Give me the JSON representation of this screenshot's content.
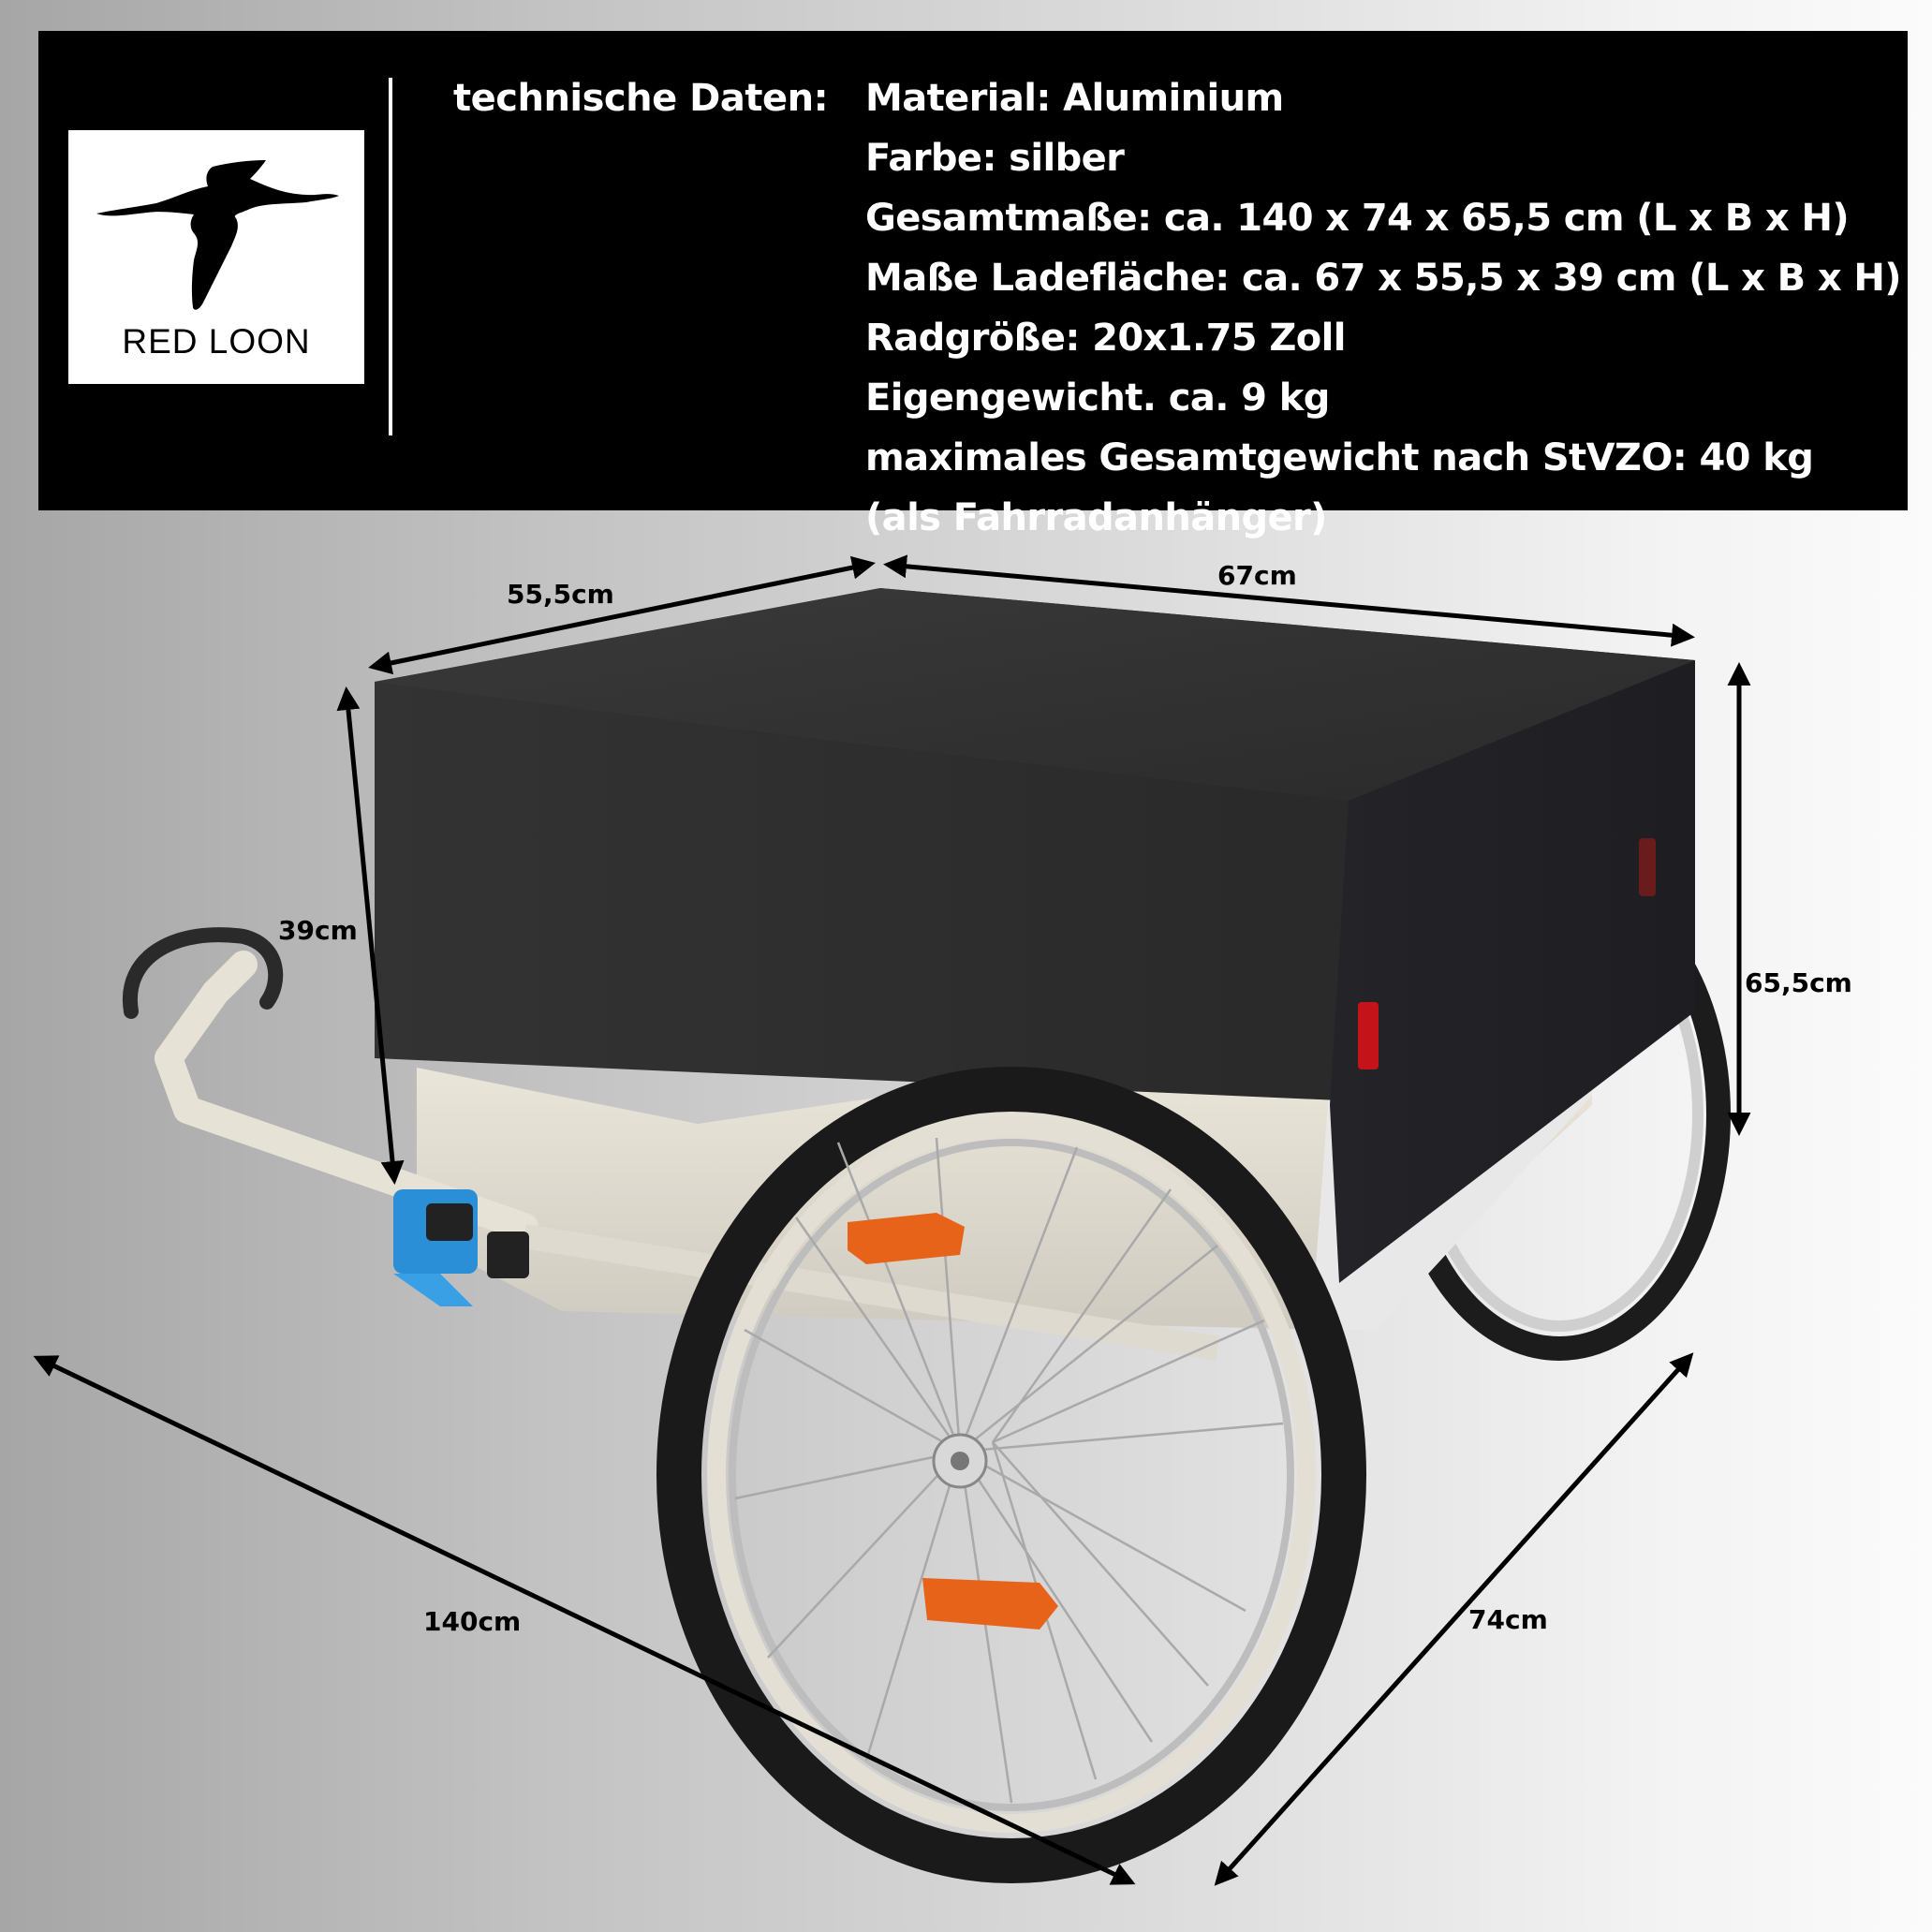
{
  "brand": {
    "logo_text": "RED LOON",
    "logo_icon": "loon-bird-silhouette-icon"
  },
  "specs": {
    "heading": "technische Daten:",
    "items": [
      "Material: Aluminium",
      "Farbe: silber",
      "Gesamtmaße: ca. 140 x 74 x 65,5 cm (L x B x H)",
      "Maße Ladefläche: ca. 67 x 55,5 x 39 cm (L x B x H)",
      "Radgröße: 20x1.75 Zoll",
      "Eigengewicht. ca. 9 kg",
      "maximales Gesamtgewicht nach StVZO: 40 kg",
      "(als Fahrradanhänger)"
    ]
  },
  "product_image": {
    "subject": "bicycle cargo trailer with black cover, silver aluminium frame, two 20 inch wheels",
    "colors": {
      "cover": "#2e2e2e",
      "frame": "#e6e2d6",
      "tire": "#1c1c1c",
      "rim": "#d9d6cc",
      "reflector_orange": "#e8631a",
      "reflector_red": "#c4141a",
      "hitch_blue": "#2a8fd6"
    }
  },
  "dimensions": {
    "cargo_width": "55,5cm",
    "cargo_length": "67cm",
    "cargo_height": "39cm",
    "total_height": "65,5cm",
    "total_length": "140cm",
    "total_width": "74cm"
  }
}
